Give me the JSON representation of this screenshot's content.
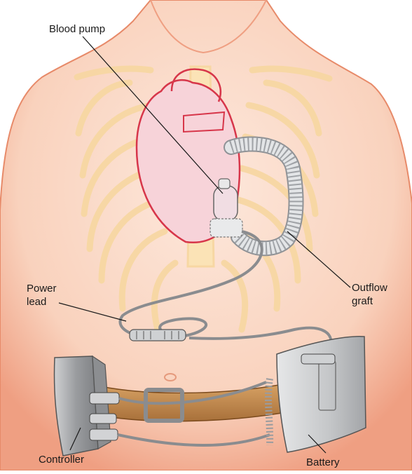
{
  "labels": {
    "blood_pump": "Blood pump",
    "power_lead": [
      "Power",
      "lead"
    ],
    "outflow_graft": [
      "Outflow",
      "graft"
    ],
    "controller": "Controller",
    "battery": "Battery"
  },
  "colors": {
    "skin": "#f6c7ad",
    "skin_edge": "#ec9c7c",
    "ribs": "#fbe3b6",
    "heart_outline": "#d7364a",
    "heart_fill": "#f7d3d9",
    "graft": "#d9dcdf",
    "belt": "#c58a4a",
    "device_gray": "#a9abae"
  }
}
